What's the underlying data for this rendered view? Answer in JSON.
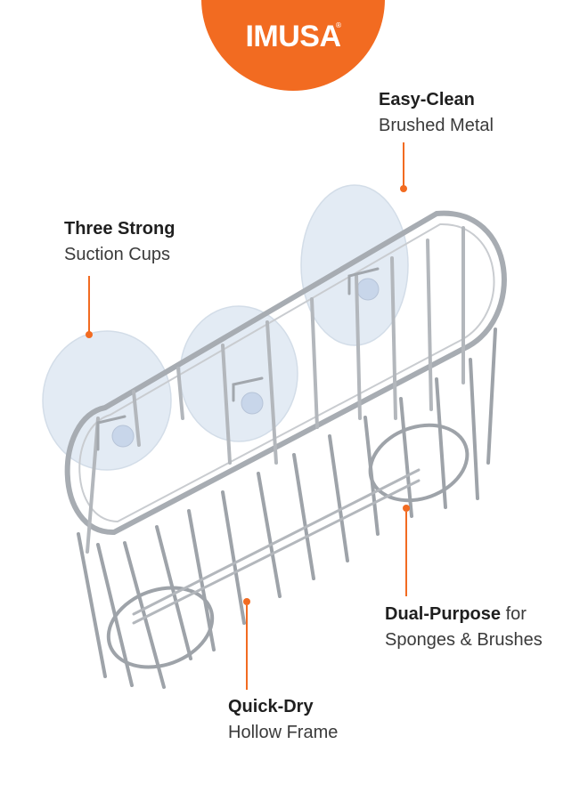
{
  "brand": {
    "name": "IMUSA",
    "reg_mark": "®"
  },
  "features": {
    "easy_clean": {
      "bold": "Easy-Clean",
      "regular": "Brushed Metal"
    },
    "suction": {
      "bold": "Three Strong",
      "regular": "Suction Cups"
    },
    "dual_purpose": {
      "bold": "Dual-Purpose",
      "bold_suffix": " for",
      "regular": "Sponges & Brushes"
    },
    "quick_dry": {
      "bold": "Quick-Dry",
      "regular": "Hollow Frame"
    }
  },
  "colors": {
    "accent": "#f26b21",
    "metal": "#a9adb3",
    "suction_cup": "#dfe8f2"
  }
}
